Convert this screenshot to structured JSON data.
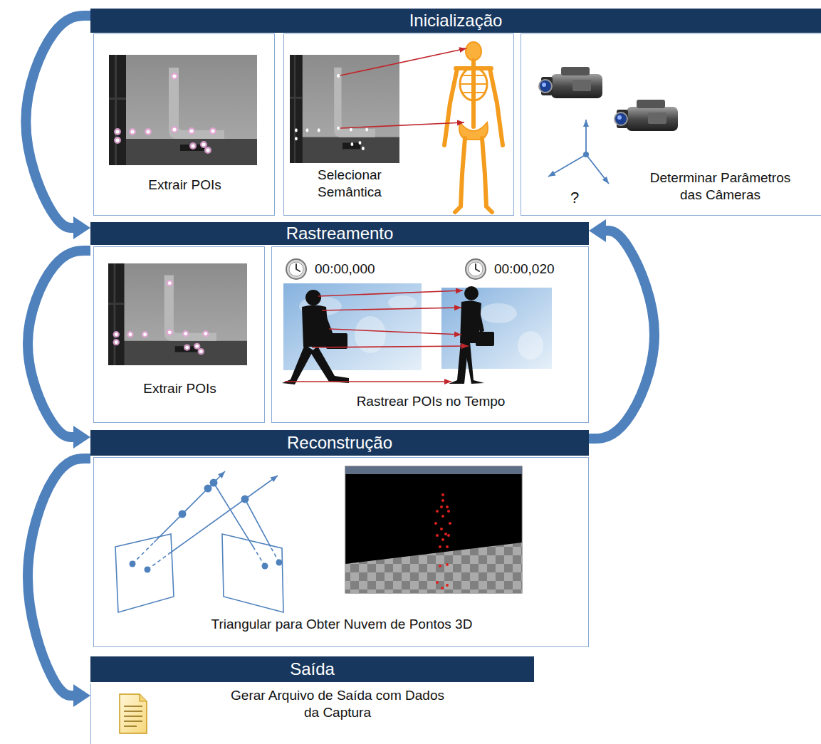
{
  "diagram": {
    "nodes": [
      {
        "text": [
          "Inicialização"
        ]
      },
      {
        "text": [
          "Extrair POIs"
        ],
        "in": 0
      },
      {
        "text": [
          "Selecionar Semântica"
        ],
        "in": 0
      },
      {
        "text": [
          "Determinar Parâmetros das Câmeras"
        ],
        "in": 0
      },
      {
        "text": [
          "Rastreamento"
        ]
      },
      {
        "text": [
          "Extrair POIs"
        ],
        "in": 4
      },
      {
        "text": [
          "Rastrear POIs no Tempo"
        ],
        "in": 4
      },
      {
        "text": [
          "Reconstrução"
        ]
      },
      {
        "text": [
          "Triangular para Obter Nuvem de Pontos 3D"
        ],
        "in": 7
      },
      {
        "text": [
          "Saída"
        ]
      },
      {
        "text": [
          "Gerar Arquivo de Saída com Dados da Captura"
        ],
        "in": 9
      }
    ],
    "edges": [
      {
        "from": 0,
        "to": 4,
        "arrow": "to"
      },
      {
        "from": 4,
        "to": 7,
        "arrow": "to"
      },
      {
        "from": 7,
        "to": 4,
        "arrow": "to"
      },
      {
        "from": 7,
        "to": 9,
        "arrow": "to"
      }
    ],
    "labels": [
      "00:00,000",
      "00:00,020",
      "?"
    ]
  }
}
